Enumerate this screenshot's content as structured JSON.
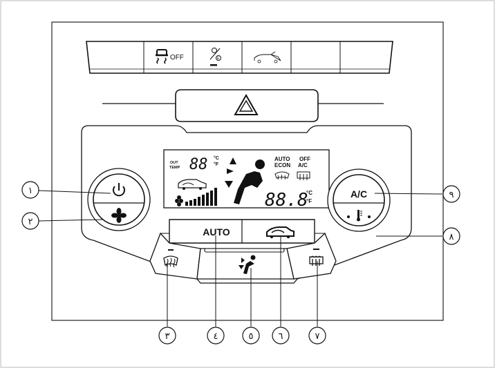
{
  "top_switches": {
    "esc_off_label": "OFF",
    "eco_sport_label": "E"
  },
  "display": {
    "out_label": "OUT",
    "temp_label": "TEMP",
    "outside_digits": "88",
    "celsius": "°C",
    "fahrenheit": "°F",
    "auto_label": "AUTO",
    "econ_label": "ECON",
    "off_label": "OFF",
    "ac_label": "A/C",
    "set_temp_digits": "88.8"
  },
  "buttons": {
    "ac_label": "A/C",
    "auto_label": "AUTO"
  },
  "callouts": {
    "c1": "١",
    "c2": "٢",
    "c3": "٣",
    "c4": "٤",
    "c5": "٥",
    "c6": "٦",
    "c7": "٧",
    "c8": "٨",
    "c9": "٩"
  }
}
